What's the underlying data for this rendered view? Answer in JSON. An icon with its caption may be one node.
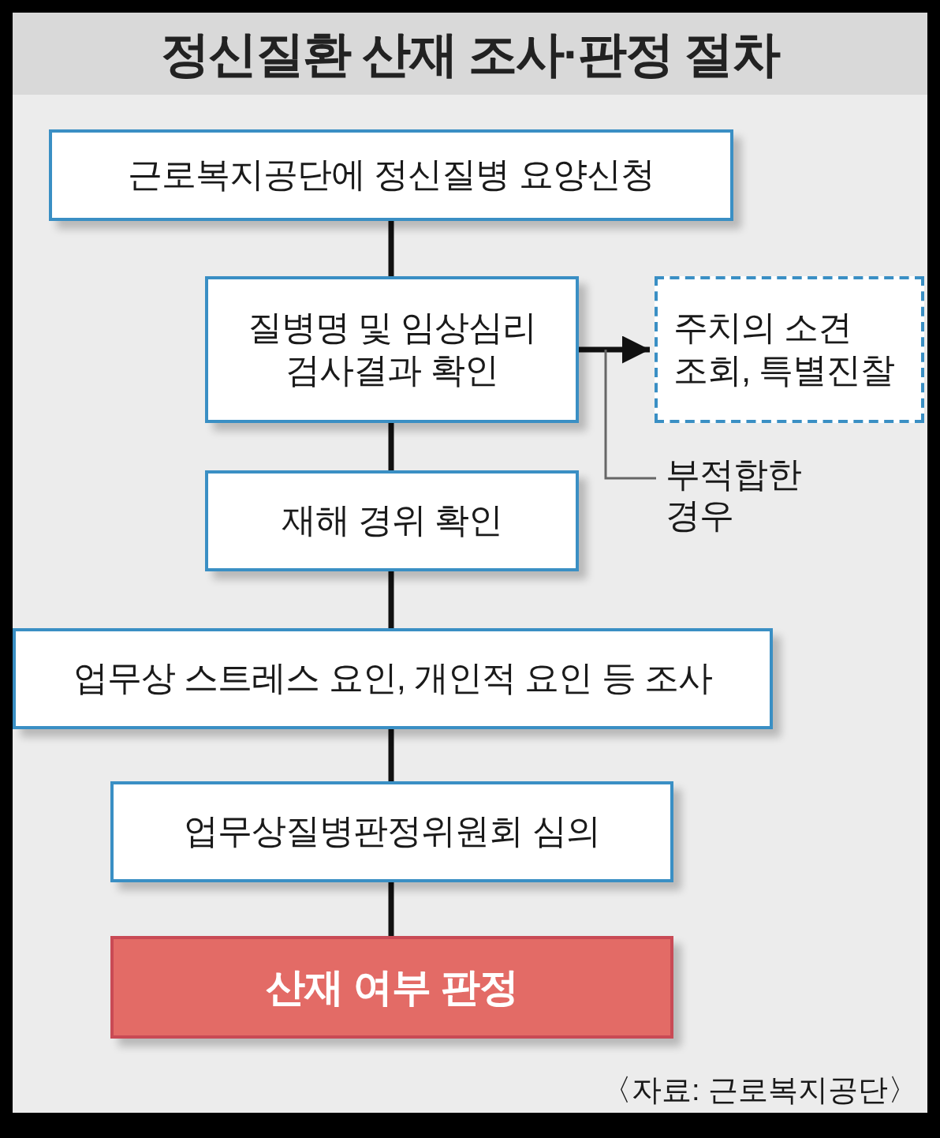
{
  "diagram": {
    "title": "정신질환 산재 조사·판정 절차",
    "nodes": [
      {
        "text": [
          "근로복지공단에 정신질병 요양신청"
        ]
      },
      {
        "text": [
          "질병명 및 임상심리 검사결과 확인"
        ]
      },
      {
        "text": [
          "주치의 소견 조회, 특별진찰"
        ]
      },
      {
        "text": [
          "재해 경위 확인"
        ]
      },
      {
        "text": [
          "업무상 스트레스 요인, 개인적 요인 등 조사"
        ]
      },
      {
        "text": [
          "업무상질병판정위원회 심의"
        ]
      },
      {
        "text": [
          "산재 여부 판정"
        ]
      }
    ],
    "edges": [
      {
        "from": 0,
        "to": 1,
        "arrow": "none"
      },
      {
        "from": 1,
        "to": 2,
        "arrow": "to",
        "label": "부적합한 경우"
      },
      {
        "from": 1,
        "to": 3,
        "arrow": "none"
      },
      {
        "from": 3,
        "to": 4,
        "arrow": "none"
      },
      {
        "from": 4,
        "to": 5,
        "arrow": "none"
      },
      {
        "from": 5,
        "to": 6,
        "arrow": "none"
      }
    ],
    "labels": [
      "〈자료: 근로복지공단〉"
    ]
  }
}
